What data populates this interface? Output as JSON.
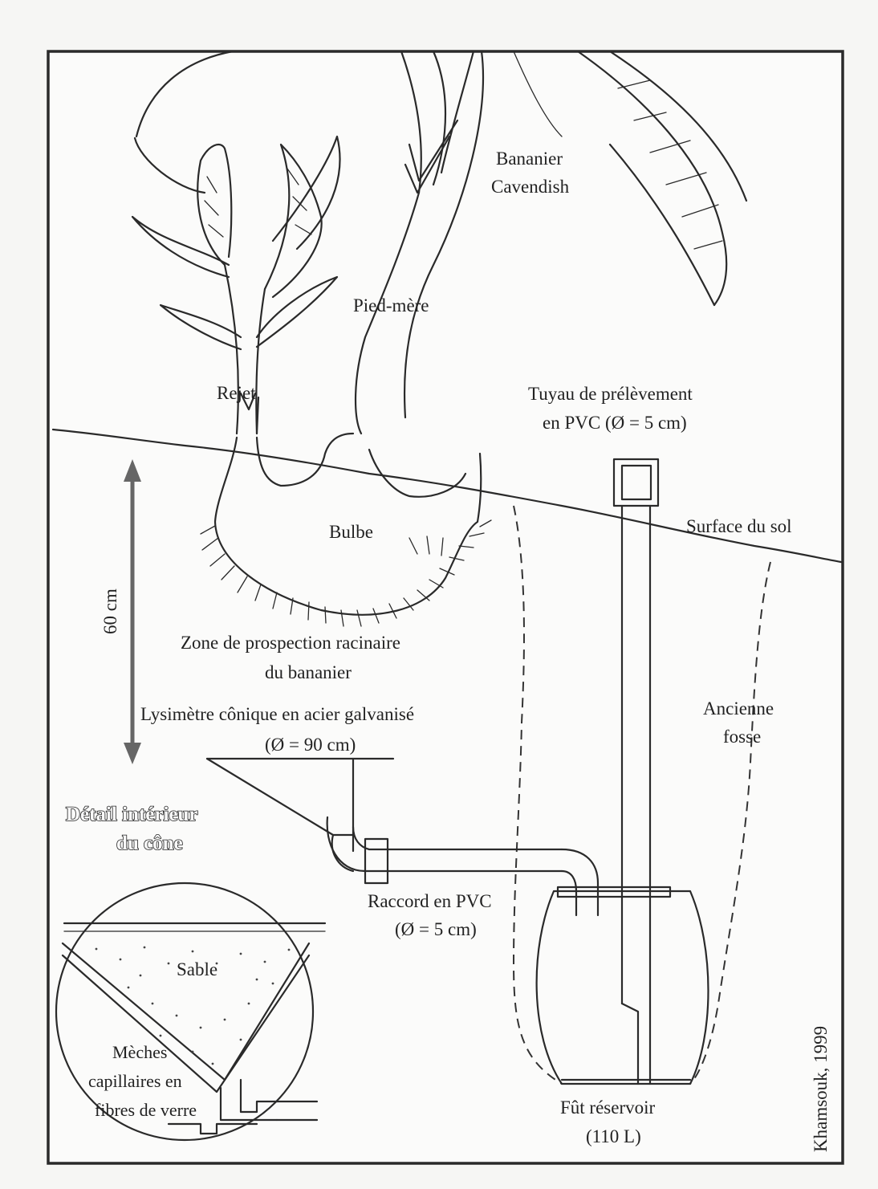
{
  "labels": {
    "plant_name_line1": "Bananier",
    "plant_name_line2": "Cavendish",
    "mother_plant": "Pied-mère",
    "sucker": "Rejet",
    "bulb": "Bulbe",
    "pipe_line1": "Tuyau de prélèvement",
    "pipe_line2": "en PVC (Ø = 5 cm)",
    "soil_surface": "Surface du sol",
    "depth": "60 cm",
    "root_zone_line1": "Zone de prospection racinaire",
    "root_zone_line2": "du bananier",
    "lysimeter_line1": "Lysimètre cônique en acier galvanisé",
    "lysimeter_line2": "(Ø = 90 cm)",
    "old_pit_line1": "Ancienne",
    "old_pit_line2": "fosse",
    "detail_title_line1": "Détail intérieur",
    "detail_title_line2": "du cône",
    "connector_line1": "Raccord en PVC",
    "connector_line2": "(Ø = 5 cm)",
    "sand": "Sable",
    "wicks_line1": "Mèches",
    "wicks_line2": "capillaires en",
    "wicks_line3": "fibres de verre",
    "tank_line1": "Fût réservoir",
    "tank_line2": "(110 L)",
    "credit": "Khamsouk, 1999"
  },
  "icons": {
    "depth_arrow": "double-headed-arrow",
    "plant": "banana-plant-drawing"
  }
}
